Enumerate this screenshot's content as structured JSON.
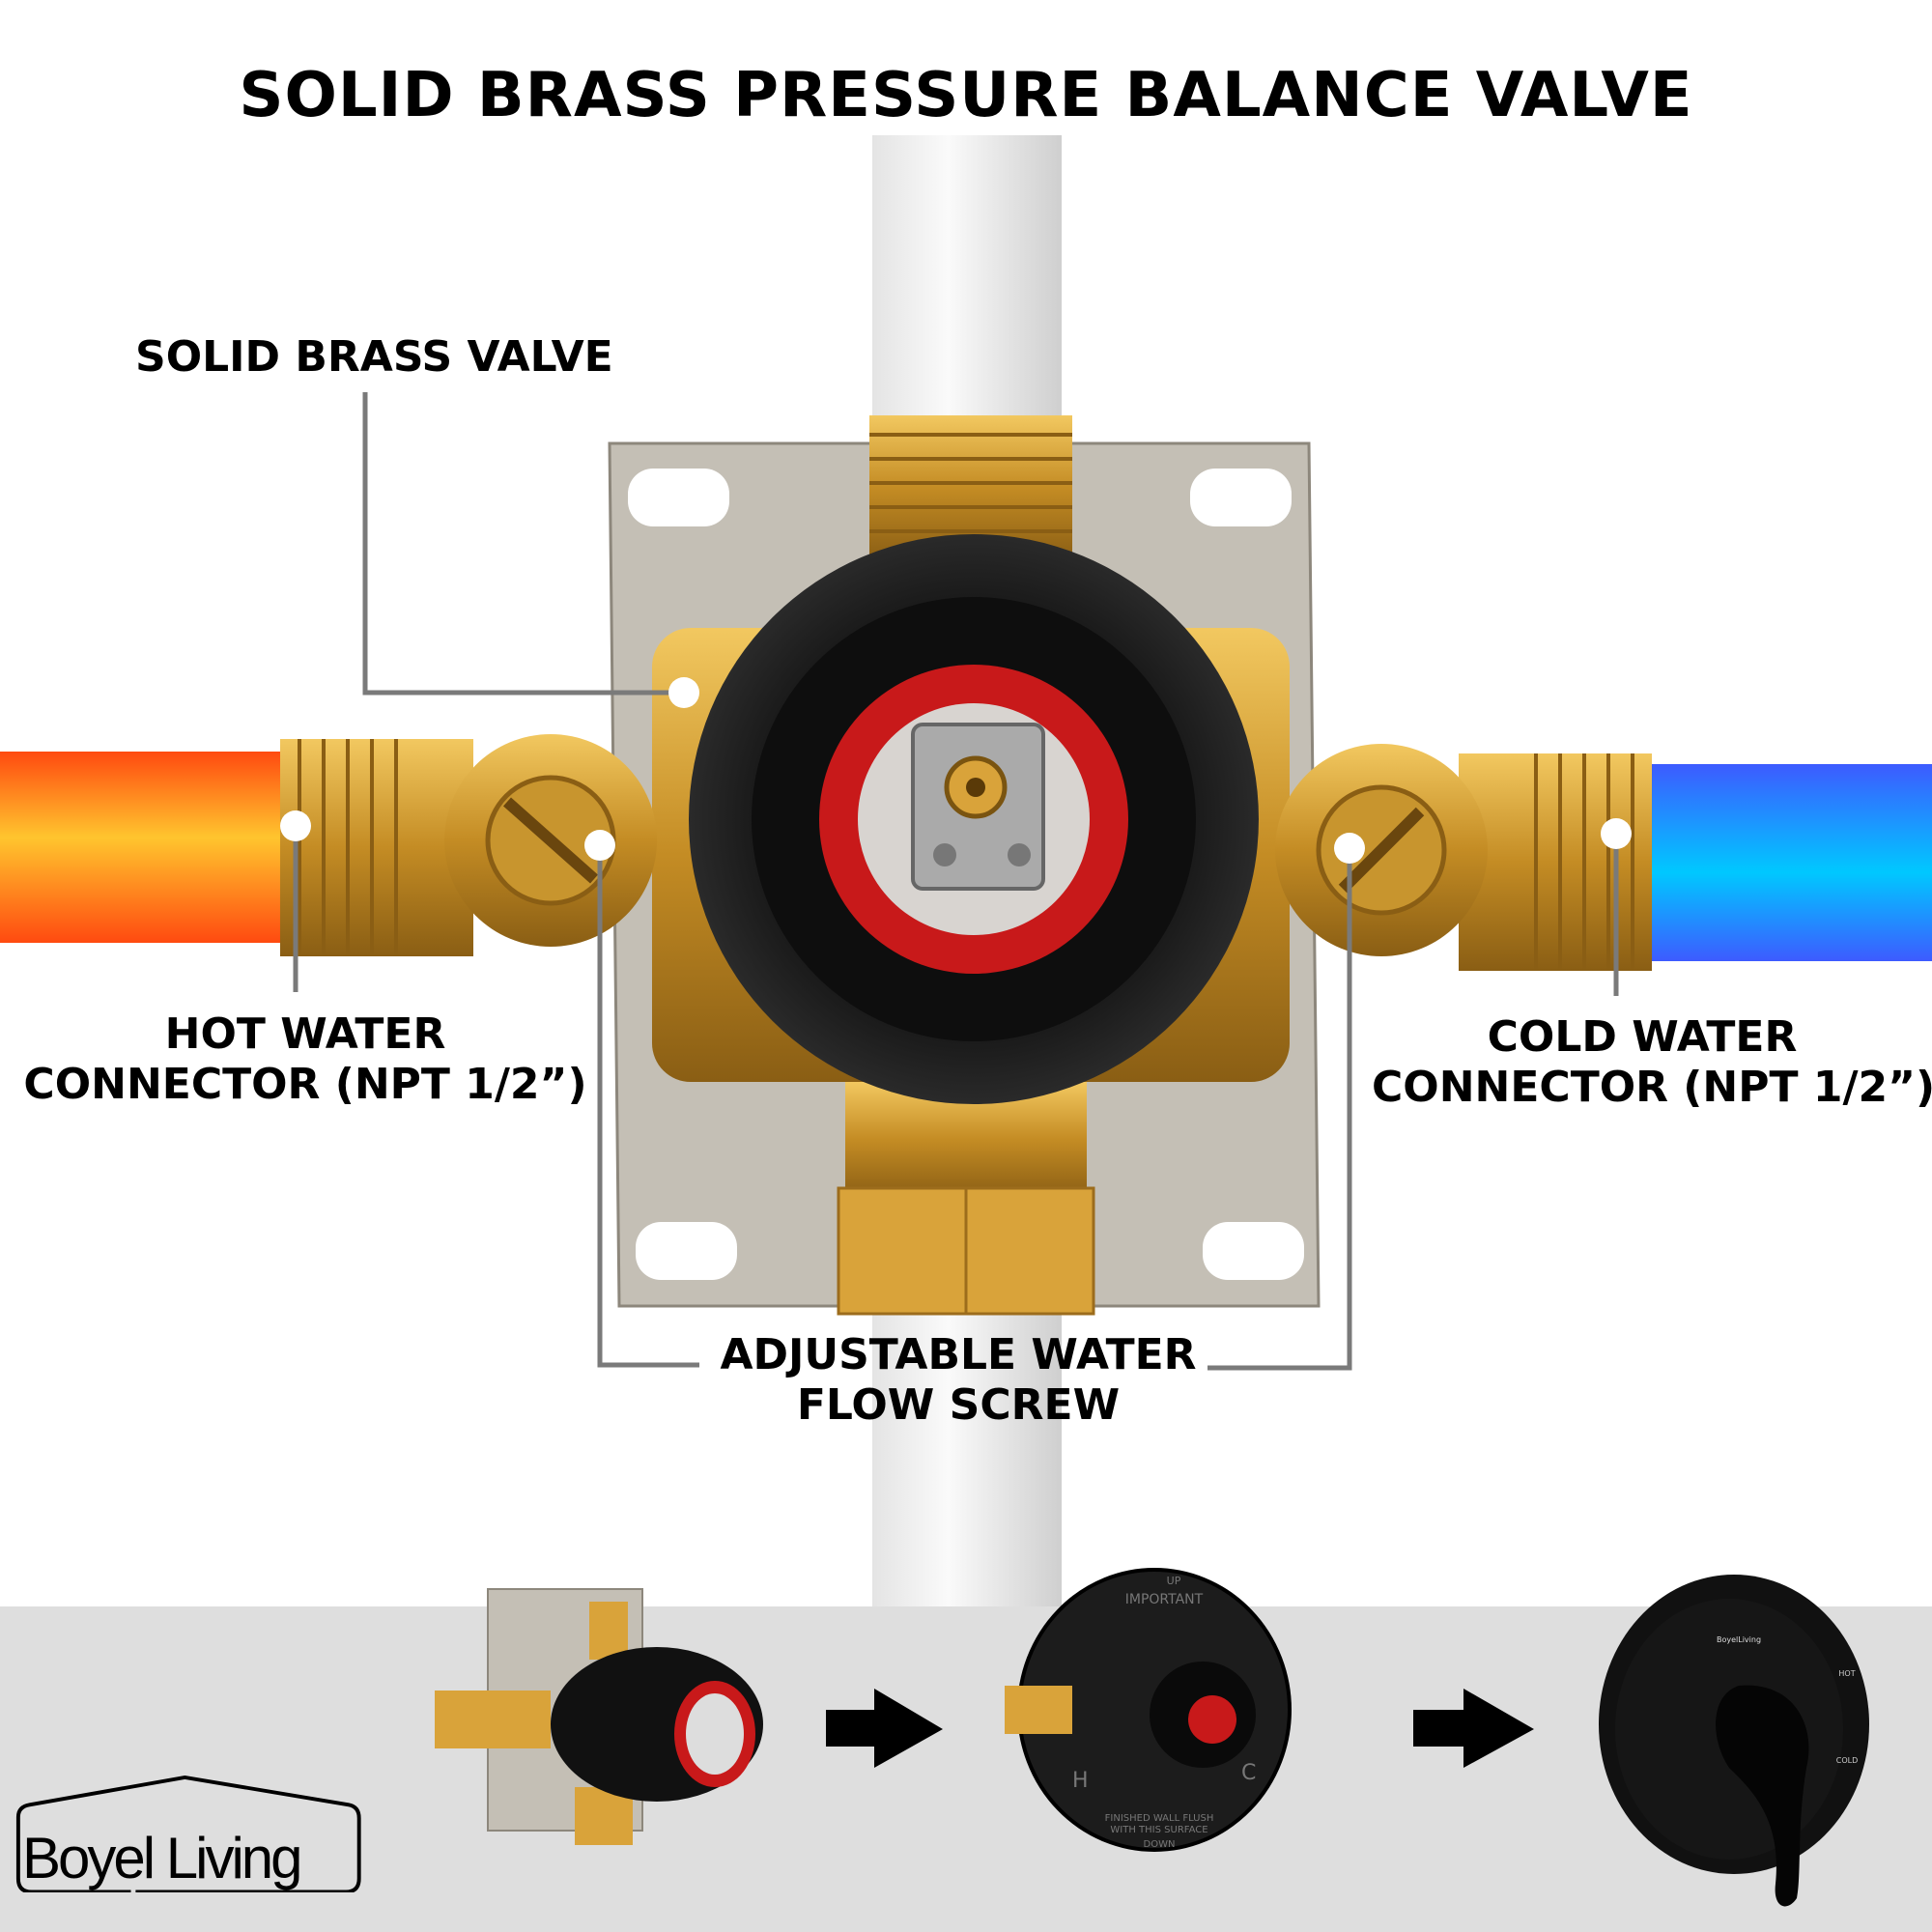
{
  "title": "SOLID BRASS PRESSURE BALANCE VALVE",
  "callouts": {
    "valve": "SOLID BRASS VALVE",
    "hot": [
      "HOT WATER",
      "CONNECTOR (NPT 1/2”)"
    ],
    "cold": [
      "COLD WATER",
      "CONNECTOR (NPT 1/2”)"
    ],
    "screw": [
      "ADJUSTABLE WATER",
      "FLOW SCREW"
    ]
  },
  "steps": {
    "plate_text": {
      "up": "UP",
      "important": "IMPORTANT",
      "h": "H",
      "c": "C",
      "flush": [
        "FINISHED WALL FLUSH",
        "WITH THIS SURFACE"
      ],
      "down": "DOWN"
    },
    "trim_brand": "BoyelLiving",
    "trim_labels": [
      "HOT",
      "COLD"
    ]
  },
  "logo": {
    "text": "Boyel Living"
  },
  "colors": {
    "hot": "#ff5a10",
    "cold": "#1aa0ff",
    "brass": "#d9a33a",
    "band": "#dedede",
    "leader": "#7a7a7a"
  }
}
